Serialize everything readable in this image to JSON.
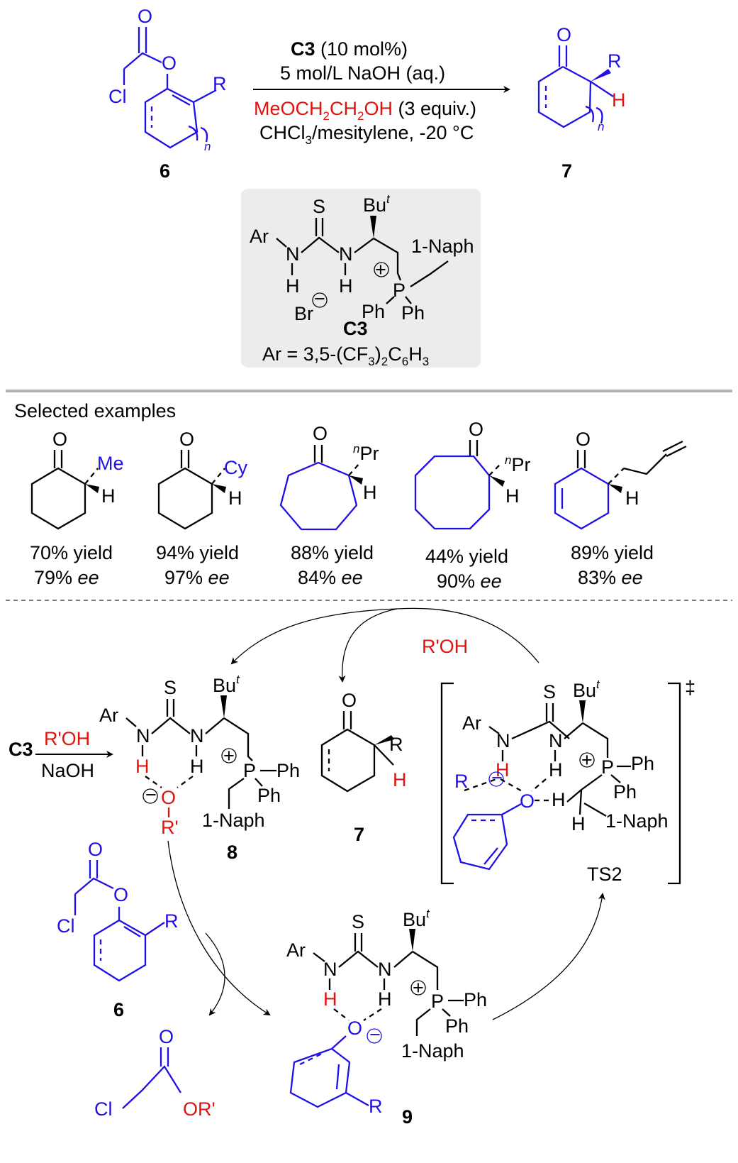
{
  "reaction": {
    "reactant_label": "6",
    "product_label": "7",
    "reactant_atoms": {
      "carbonyl_o": "O",
      "ether_o": "O",
      "cl": "Cl",
      "r": "R",
      "n": "n"
    },
    "product_atoms": {
      "o": "O",
      "r": "R",
      "h": "H",
      "n": "n"
    },
    "conditions": {
      "line1_bold": "C3",
      "line1_rest": " (10 mol%)",
      "line2": "5 mol/L NaOH (aq.)",
      "line3_red": "MeOCH",
      "line3_red_b": "CH",
      "line3_red_c": "OH",
      "sub2": "2",
      "line3_rest": " (3 equiv.)",
      "line4_a": "CHCl",
      "sub3": "3",
      "line4_b": "/mesitylene, -20 °C"
    }
  },
  "catalyst": {
    "label": "C3",
    "ar_def_a": "Ar = 3,5-(CF",
    "ar_def_sub3": "3",
    "ar_def_b": ")",
    "ar_def_sub2": "2",
    "ar_def_c": "C",
    "ar_def_sub6": "6",
    "ar_def_d": "H",
    "ar_def_sub3b": "3",
    "atoms": {
      "s": "S",
      "ar": "Ar",
      "n": "N",
      "h": "H",
      "bu": "Bu",
      "t": "t",
      "naph": "1-Naph",
      "p": "P",
      "plus": "+",
      "ph": "Ph",
      "br": "Br",
      "minus": "−"
    }
  },
  "examples": {
    "heading": "Selected examples",
    "substituents": {
      "me": "Me",
      "cy": "Cy",
      "npr_sup": "n",
      "pr": "Pr",
      "h": "H",
      "o": "O"
    },
    "items": [
      {
        "yield": "70% yield",
        "ee_num": "79% ",
        "ee": "ee"
      },
      {
        "yield": "94% yield",
        "ee_num": "97% ",
        "ee": "ee"
      },
      {
        "yield": "88% yield",
        "ee_num": "84% ",
        "ee": "ee"
      },
      {
        "yield": "44% yield",
        "ee_num": "90% ",
        "ee": "ee"
      },
      {
        "yield": "89% yield",
        "ee_num": "83% ",
        "ee": "ee"
      }
    ]
  },
  "mechanism": {
    "roh_top": "R'OH",
    "start": "C3",
    "roh_left": "R'OH",
    "naoh": "NaOH",
    "int8_label": "8",
    "alkoxide_o": "O",
    "alkoxide_r": "R'",
    "product7_label": "7",
    "ts_label": "TS2",
    "ts_dagger": "‡",
    "substrate6_label": "6",
    "int9_label": "9",
    "byproduct_cl": "Cl",
    "byproduct_o": "O",
    "byproduct_or": "OR'"
  },
  "colors": {
    "black": "#000000",
    "blue": "#1f10e6",
    "red": "#e0140f",
    "panel": "#ececec",
    "rule": "#b3b3b3"
  }
}
